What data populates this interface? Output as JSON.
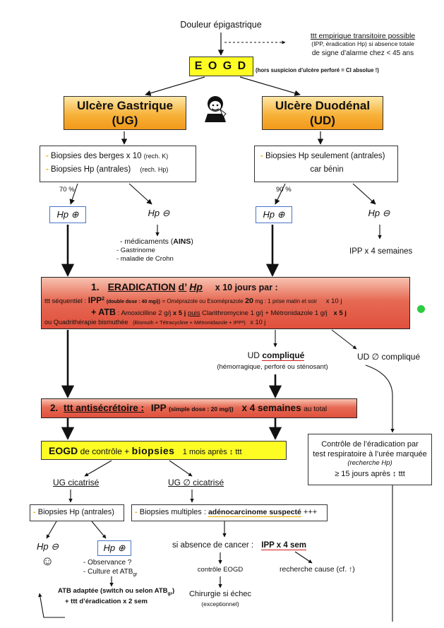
{
  "top": {
    "douleur": "Douleur épigastrique",
    "ttt_empirique": "ttt empirique transitoire possible",
    "ttt_detail": "(IPP, éradication Hp) si absence totale",
    "ttt_detail2": "de signe d’alarme chez < 45 ans"
  },
  "eogd": {
    "label": "E O G D",
    "note": "(hors suspicion d’ulcère perforé = CI absolue !)"
  },
  "ug": {
    "title": "Ulcère Gastrique",
    "abbr": "(UG)",
    "biopsy1": "Biopsies des berges x 10",
    "biopsy1_note": "(rech. K)",
    "biopsy2": "Biopsies Hp (antrales)",
    "biopsy2_note": "(rech. Hp)",
    "pct": "70 %",
    "hp_pos": "Hp ⊕",
    "hp_neg": "Hp ⊖",
    "causes": [
      "médicaments (AINS)",
      "- Gastrinome",
      "- maladie de Crohn"
    ]
  },
  "ud": {
    "title": "Ulcère Duodénal",
    "abbr": "(UD)",
    "biopsy1": "Biopsies Hp seulement (antrales)",
    "biopsy2": "car bénin",
    "pct": "90 %",
    "hp_pos": "Hp ⊕",
    "hp_neg": "Hp ⊖",
    "ipp": "IPP  x 4 semaines"
  },
  "erad": {
    "title_num": "1.",
    "title": "ERADICATION",
    "title_d": "d’",
    "title_hp": "Hp",
    "title_duration": "x 10 jours par :",
    "seq_label": "ttt séquentiel :",
    "seq_ipp": "IPP",
    "seq_ipp_sup": "2",
    "seq_dose": "(double dose : 40 mg/j)",
    "seq_rest": "= Oméprazole ou Esoméprazole",
    "seq_20": "20",
    "seq_mg": "mg : 1 prise matin et soir",
    "seq_10j": "x 10 j",
    "atb_label": "+ ATB",
    "atb_amox": ": Amoxicilline 2 g/j",
    "atb_5j": "x 5 j",
    "atb_puis": "puis",
    "atb_clari": "Clarithromycine 1 g/j",
    "atb_metro": "+ Métronidazole 1 g/j",
    "atb_5j2": "x 5 j",
    "quad": "ou Quadrithérapie bismuthée",
    "quad_detail": "(Bismuth + Tétracycline + Métronidazole + IPP²)",
    "quad_10j": "x 10 j"
  },
  "ud_comp": {
    "label": "UD",
    "compl": "compliqué",
    "detail": "(hémorragique, perforé ou sténosant)",
    "non": "UD ∅ compliqué"
  },
  "antisec": {
    "num": "2.",
    "label": "ttt antisécrétoire :",
    "ipp": "IPP",
    "dose": "(simple dose : 20 mg/j)",
    "duration": "x 4 semaines",
    "total": "au total"
  },
  "eogd2": {
    "label": "EOGD",
    "mid": "de contrôle +",
    "biopsies": "biopsies",
    "delay": "1 mois après ↕ ttt"
  },
  "controle": {
    "l1": "Contrôle de l’éradication par",
    "l2": "test respiratoire à l’urée marquée",
    "l3": "(recherche Hp)",
    "l4": "≥ 15 jours après ↕ ttt"
  },
  "ug_cicat": {
    "yes": "UG cicatrisé",
    "no": "UG ∅ cicatrisé",
    "biopsy_hp": "Biopsies Hp (antrales)",
    "biopsy_multi": "Biopsies multiples :",
    "adeno": "adénocarcinome suspecté",
    "plus": "+++"
  },
  "bottom": {
    "hp_neg": "Hp ⊖",
    "smiley": "☺",
    "hp_pos": "Hp ⊕",
    "obs1": "- Observance ?",
    "obs2": "- Culture et ATB",
    "obs2_sub": "gr",
    "atb1": "ATB adaptée (switch ou selon ATB",
    "atb1_sub": "gr",
    "atb1_end": ")",
    "atb2": "+ ttt d’éradication  x 2 sem",
    "si_absence": "si absence de cancer :",
    "ipp4": "IPP  x 4 sem",
    "controle_eogd": "contrôle EOGD",
    "chirurgie": "Chirurgie si échec",
    "exceptionnel": "(exceptionnel)",
    "recherche": "recherche cause (cf. ↑)"
  },
  "colors": {
    "yellow": "#fdfd24",
    "orange": "#f7b23a",
    "red": "#e0503d",
    "hp_border": "#4a74c9",
    "bullet": "#f0b400",
    "green": "#2ecc40"
  }
}
